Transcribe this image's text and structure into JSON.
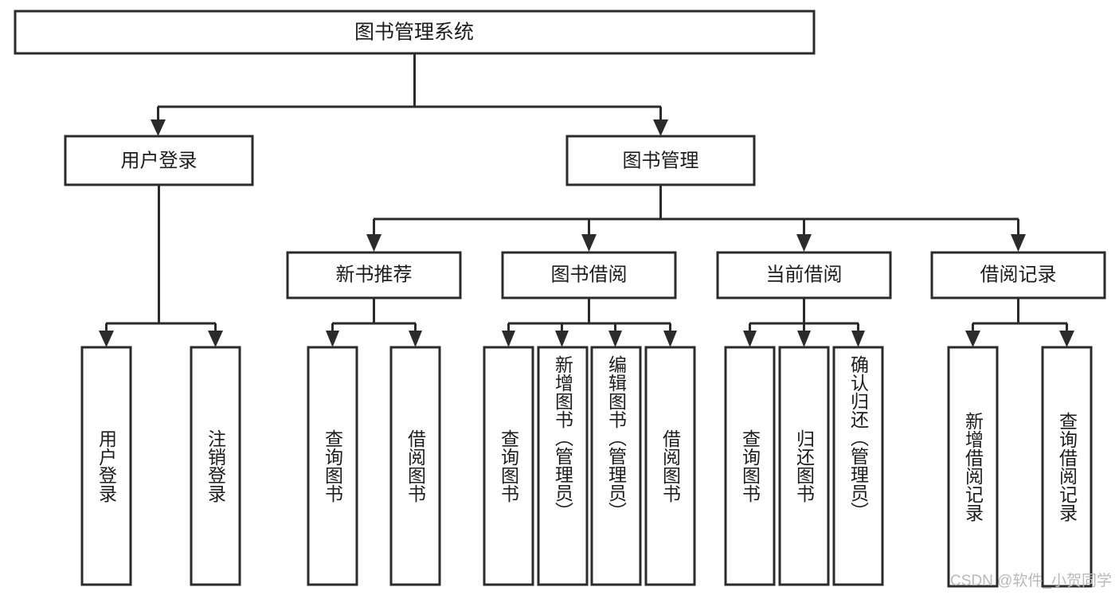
{
  "diagram": {
    "title": "图书管理系统",
    "type": "tree-hierarchy-chart",
    "root": {
      "label": "图书管理系统"
    },
    "level2": [
      {
        "label": "用户登录"
      },
      {
        "label": "图书管理"
      }
    ],
    "level3": [
      {
        "label": "新书推荐"
      },
      {
        "label": "图书借阅"
      },
      {
        "label": "当前借阅"
      },
      {
        "label": "借阅记录"
      }
    ],
    "leaves": {
      "user_login": [
        {
          "label": "用户登录"
        },
        {
          "label": "注销登录"
        }
      ],
      "new_book_recommend": [
        {
          "label": "查询图书"
        },
        {
          "label": "借阅图书"
        }
      ],
      "book_borrow": [
        {
          "label": "查询图书"
        },
        {
          "label": "新增图书（管理员）"
        },
        {
          "label": "编辑图书（管理员）"
        },
        {
          "label": "借阅图书"
        }
      ],
      "current_borrow": [
        {
          "label": "查询图书"
        },
        {
          "label": "归还图书"
        },
        {
          "label": "确认归还（管理员）"
        }
      ],
      "borrow_record": [
        {
          "label": "新增借阅记录"
        },
        {
          "label": "查询借阅记录"
        }
      ]
    }
  },
  "watermark": {
    "text": "CSDN @软件_小贺同学"
  },
  "colors": {
    "stroke": "#2b2b2b",
    "fill": "#ffffff",
    "text": "#1c1c1c",
    "watermark": "#b9b9b9"
  }
}
